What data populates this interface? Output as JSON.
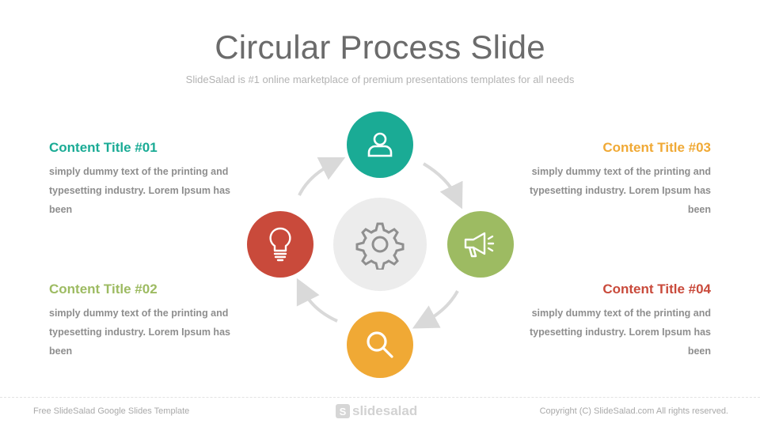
{
  "slide": {
    "title": "Circular Process Slide",
    "subtitle": "SlideSalad is #1 online marketplace of premium presentations templates for all needs"
  },
  "blocks": [
    {
      "title": "Content Title #01",
      "body": "simply dummy text of the printing and typesetting industry. Lorem Ipsum has been",
      "color": "#1aab95"
    },
    {
      "title": "Content Title #02",
      "body": "simply dummy text of the printing and typesetting industry. Lorem Ipsum has been",
      "color": "#9dbb62"
    },
    {
      "title": "Content Title #03",
      "body": "simply dummy text of the printing and typesetting industry. Lorem Ipsum has been",
      "color": "#f0a935"
    },
    {
      "title": "Content Title #04",
      "body": "simply dummy text of the printing and typesetting industry. Lorem Ipsum has been",
      "color": "#c94a3b"
    }
  ],
  "diagram": {
    "nodes": [
      {
        "icon": "user-icon",
        "color": "#1aab95"
      },
      {
        "icon": "megaphone-icon",
        "color": "#9dbb62"
      },
      {
        "icon": "search-icon",
        "color": "#f0a935"
      },
      {
        "icon": "lightbulb-icon",
        "color": "#c94a3b"
      }
    ],
    "center_icon": "gear-icon",
    "arrow_color": "#d9d9d9"
  },
  "footer": {
    "left": "Free SlideSalad Google Slides Template",
    "logo_letter": "S",
    "logo_text": "slidesalad",
    "right": "Copyright (C) SlideSalad.com All rights reserved."
  }
}
